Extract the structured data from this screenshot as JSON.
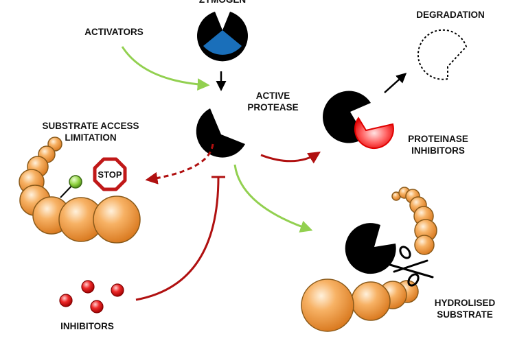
{
  "labels": {
    "zymogen": "ZYMOGEN",
    "activators": "ACTIVATORS",
    "active_protease_line1": "ACTIVE",
    "active_protease_line2": "PROTEASE",
    "degradation": "DEGRADATION",
    "substrate_access_line1": "SUBSTRATE ACCESS",
    "substrate_access_line2": "LIMITATION",
    "proteinase_inhibitors_line1": "PROTEINASE",
    "proteinase_inhibitors_line2": "INHIBITORS",
    "hydrolised_line1": "HYDROLISED",
    "hydrolised_line2": "SUBSTRATE",
    "inhibitors": "INHIBITORS",
    "stop_sign": "STOP"
  },
  "colors": {
    "protease": "#000000",
    "zymogen_prodomain": "#1a6fba",
    "activation_arrow": "#92d050",
    "inhibition_arrow": "#b01010",
    "substrate_bead": "#f5a04a",
    "substrate_outline": "#8a5a1a",
    "inhibitor_sphere": "#e01818",
    "stop_sign": "#c01818",
    "tag_bead": "#8fd13f"
  }
}
